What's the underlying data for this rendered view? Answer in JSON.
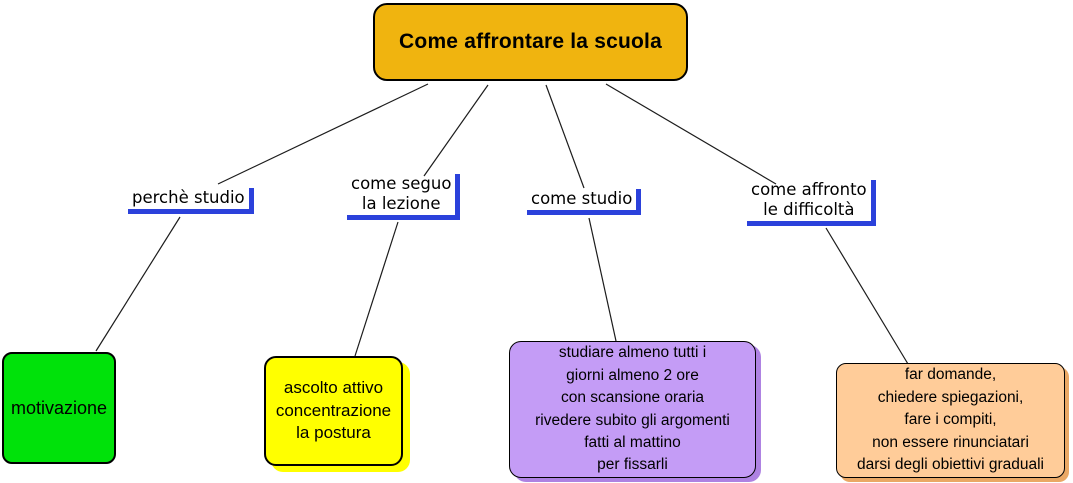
{
  "canvas": {
    "background": "#ffffff",
    "connector_color": "#1c1c1c"
  },
  "colors": {
    "accent_blue": "#2b41db",
    "root_fill": "#f0b40f",
    "green_fill": "#00e20a",
    "yellow_fill": "#ffff00",
    "yellow_shadow": "#ffff00",
    "purple_fill": "#c49cf6",
    "purple_shadow": "#ae82e2",
    "peach_fill": "#ffcc99",
    "peach_shadow": "#eaa865"
  },
  "root": {
    "label": "Come affrontare la scuola",
    "fill": "#f0b40f"
  },
  "linking_phrases": [
    {
      "text": "perchè studio"
    },
    {
      "text": "come seguo\nla lezione"
    },
    {
      "text": "come studio"
    },
    {
      "text": "come affronto\nle difficoltà"
    }
  ],
  "concepts": [
    {
      "text": "motivazione",
      "fill": "#00e20a"
    },
    {
      "text": "ascolto attivo\nconcentrazione\nla postura",
      "fill": "#ffff00",
      "shadow": "#ffff00"
    },
    {
      "text": "studiare almeno tutti i\ngiorni almeno 2 ore\ncon scansione oraria\nrivedere subito gli argomenti\nfatti al mattino\nper fissarli",
      "fill": "#c49cf6",
      "shadow": "#ae82e2"
    },
    {
      "text": "far domande,\nchiedere spiegazioni,\nfare i compiti,\nnon essere rinunciatari\ndarsi degli obiettivi graduali",
      "fill": "#ffcc99",
      "shadow": "#eaa865"
    }
  ]
}
